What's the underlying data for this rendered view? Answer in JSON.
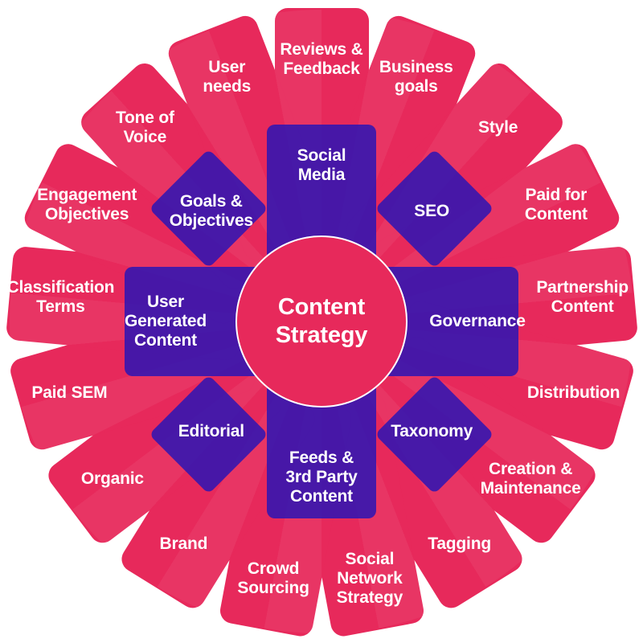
{
  "diagram": {
    "center": {
      "label": "Content Strategy",
      "line1": "Content",
      "line2": "Strategy"
    },
    "petals": [
      {
        "label": "Reviews & Feedback",
        "lines": [
          "Reviews &",
          "Feedback"
        ]
      },
      {
        "label": "Business goals",
        "lines": [
          "Business",
          "goals"
        ]
      },
      {
        "label": "Style",
        "lines": [
          "Style"
        ]
      },
      {
        "label": "Paid for Content",
        "lines": [
          "Paid for",
          "Content"
        ]
      },
      {
        "label": "Partnership Content",
        "lines": [
          "Partnership",
          "Content"
        ]
      },
      {
        "label": "Distribution",
        "lines": [
          "Distribution"
        ]
      },
      {
        "label": "Creation & Maintenance",
        "lines": [
          "Creation &",
          "Maintenance"
        ]
      },
      {
        "label": "Tagging",
        "lines": [
          "Tagging"
        ]
      },
      {
        "label": "Social Network Strategy",
        "lines": [
          "Social",
          "Network",
          "Strategy"
        ]
      },
      {
        "label": "Crowd Sourcing",
        "lines": [
          "Crowd",
          "Sourcing"
        ]
      },
      {
        "label": "Brand",
        "lines": [
          "Brand"
        ]
      },
      {
        "label": "Organic",
        "lines": [
          "Organic"
        ]
      },
      {
        "label": "Paid SEM",
        "lines": [
          "Paid SEM"
        ]
      },
      {
        "label": "Classification Terms",
        "lines": [
          "Classification",
          "Terms"
        ]
      },
      {
        "label": "Engagement Objectives",
        "lines": [
          "Engagement",
          "Objectives"
        ]
      },
      {
        "label": "Tone of Voice",
        "lines": [
          "Tone of",
          "Voice"
        ]
      },
      {
        "label": "User needs",
        "lines": [
          "User",
          "needs"
        ]
      }
    ],
    "inner_squares": [
      {
        "label": "Social Media",
        "lines": [
          "Social",
          "Media"
        ],
        "shape": "rect"
      },
      {
        "label": "SEO",
        "lines": [
          "SEO"
        ],
        "shape": "diamond"
      },
      {
        "label": "Governance",
        "lines": [
          "Governance"
        ],
        "shape": "rect"
      },
      {
        "label": "Taxonomy",
        "lines": [
          "Taxonomy"
        ],
        "shape": "diamond"
      },
      {
        "label": "Feeds & 3rd Party Content",
        "lines": [
          "Feeds &",
          "3rd Party",
          "Content"
        ],
        "shape": "rect"
      },
      {
        "label": "Editorial",
        "lines": [
          "Editorial"
        ],
        "shape": "diamond"
      },
      {
        "label": "User Generated Content",
        "lines": [
          "User",
          "Generated",
          "Content"
        ],
        "shape": "rect"
      },
      {
        "label": "Goals & Objectives",
        "lines": [
          "Goals &",
          "Objectives"
        ],
        "shape": "diamond"
      }
    ],
    "colors": {
      "petal_pink": "#e7295b",
      "inner_purple_rgba": "rgba(47,21,178,0.87)",
      "center_pink": "#e7295b",
      "text_white": "#ffffff",
      "background": "#ffffff",
      "ray_highlight_rgba": "rgba(255,255,255,0.055)"
    }
  }
}
